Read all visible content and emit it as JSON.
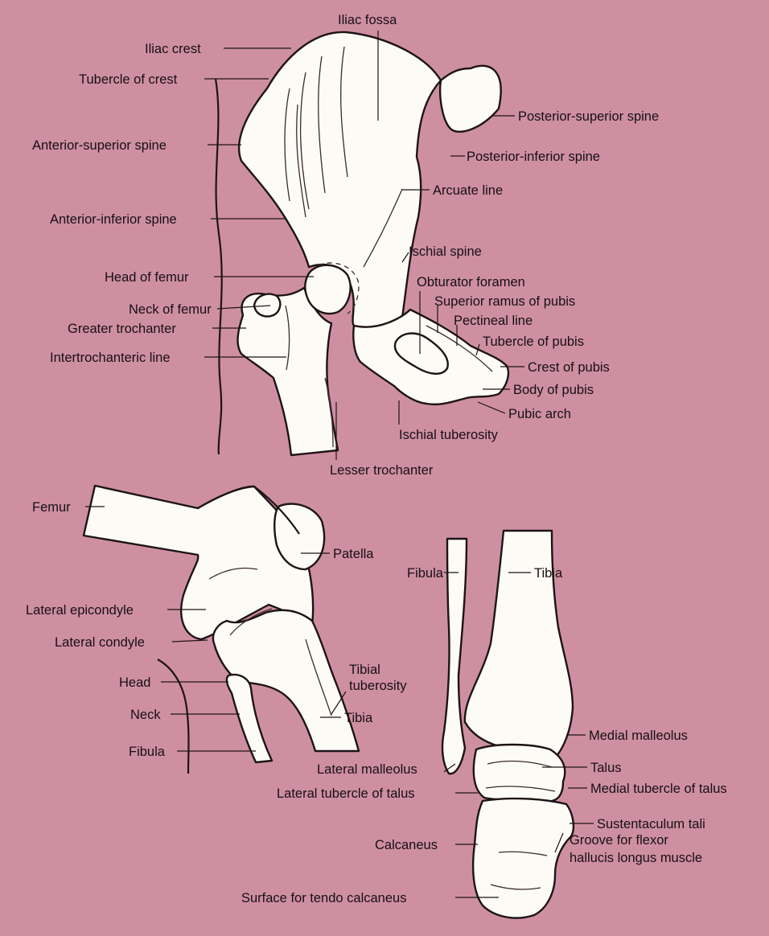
{
  "diagram": {
    "hip_labels": {
      "iliac_fossa": "Iliac fossa",
      "iliac_crest": "Iliac crest",
      "tubercle_of_crest": "Tubercle of crest",
      "anterior_superior_spine": "Anterior-superior spine",
      "anterior_inferior_spine": "Anterior-inferior spine",
      "head_of_femur": "Head of femur",
      "neck_of_femur": "Neck of femur",
      "greater_trochanter": "Greater trochanter",
      "intertrochanteric_line": "Intertrochanteric line",
      "lesser_trochanter": "Lesser trochanter",
      "posterior_superior_spine": "Posterior-superior spine",
      "posterior_inferior_spine": "Posterior-inferior spine",
      "arcuate_line": "Arcuate line",
      "ischial_spine": "Ischial spine",
      "obturator_foramen": "Obturator foramen",
      "superior_ramus_of_pubis": "Superior ramus of pubis",
      "pectineal_line": "Pectineal line",
      "tubercle_of_pubis": "Tubercle of pubis",
      "crest_of_pubis": "Crest of pubis",
      "body_of_pubis": "Body of pubis",
      "pubic_arch": "Pubic arch",
      "ischial_tuberosity": "Ischial tuberosity"
    },
    "knee_labels": {
      "femur": "Femur",
      "patella": "Patella",
      "lateral_epicondyle": "Lateral epicondyle",
      "lateral_condyle": "Lateral condyle",
      "head": "Head",
      "neck": "Neck",
      "fibula": "Fibula",
      "tibial": "Tibial",
      "tuberosity": "tuberosity",
      "tibia": "Tibia"
    },
    "ankle_labels": {
      "fibula": "Fibula",
      "tibia": "Tibia",
      "medial_malleolus": "Medial malleolus",
      "lateral_malleolus": "Lateral malleolus",
      "talus": "Talus",
      "lateral_tubercle_of_talus": "Lateral tubercle of talus",
      "medial_tubercle_of_talus": "Medial tubercle of talus",
      "sustentaculum_tali": "Sustentaculum tali",
      "calcaneus": "Calcaneus",
      "groove_line1": "Groove for flexor",
      "groove_line2": "hallucis longus muscle",
      "surface_for_tendo_calcaneus": "Surface for tendo calcaneus"
    }
  },
  "colors": {
    "background": "#cf8fa3",
    "bone": "#fdfbf6",
    "outline": "#1d1416"
  }
}
